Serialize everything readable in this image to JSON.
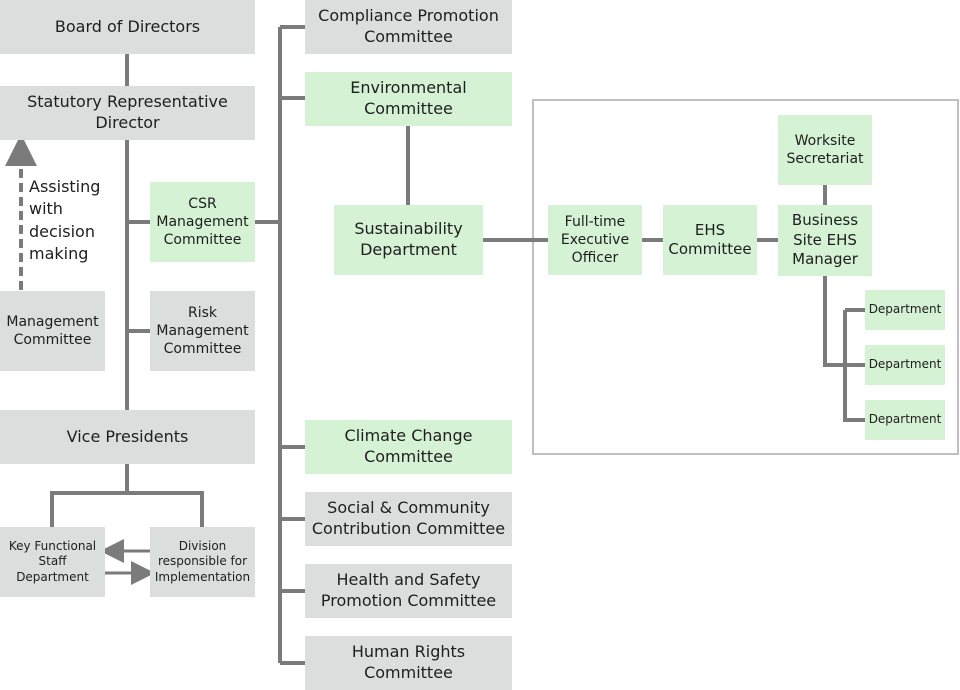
{
  "colors": {
    "gray_box": "#dcdddd",
    "green_box": "#d5f2d5",
    "line": "#7b7b7b",
    "frame": "#bfbfbf"
  },
  "nodes": {
    "board": "Board of Directors",
    "representative": "Statutory Representative\nDirector",
    "csr": "CSR\nManagement\nCommittee",
    "risk": "Risk\nManagement\nCommittee",
    "management": "Management\nCommittee",
    "vice_presidents": "Vice Presidents",
    "key_functional": "Key Functional\nStaff\nDepartment",
    "division": "Division\nresponsible for\nImplementation",
    "compliance": "Compliance Promotion\nCommittee",
    "environmental": "Environmental\nCommittee",
    "sustainability": "Sustainability\nDepartment",
    "climate": "Climate Change\nCommittee",
    "social": "Social & Community\nContribution Committee",
    "health": "Health and Safety\nPromotion Committee",
    "human_rights": "Human Rights\nCommittee",
    "executive_officer": "Full-time\nExecutive\nOfficer",
    "ehs_committee": "EHS\nCommittee",
    "worksite": "Worksite\nSecretariat",
    "site_manager": "Business\nSite EHS\nManager",
    "departments": [
      "Department",
      "Department",
      "Department"
    ]
  },
  "annotation": "Assisting\nwith\ndecision\nmaking"
}
